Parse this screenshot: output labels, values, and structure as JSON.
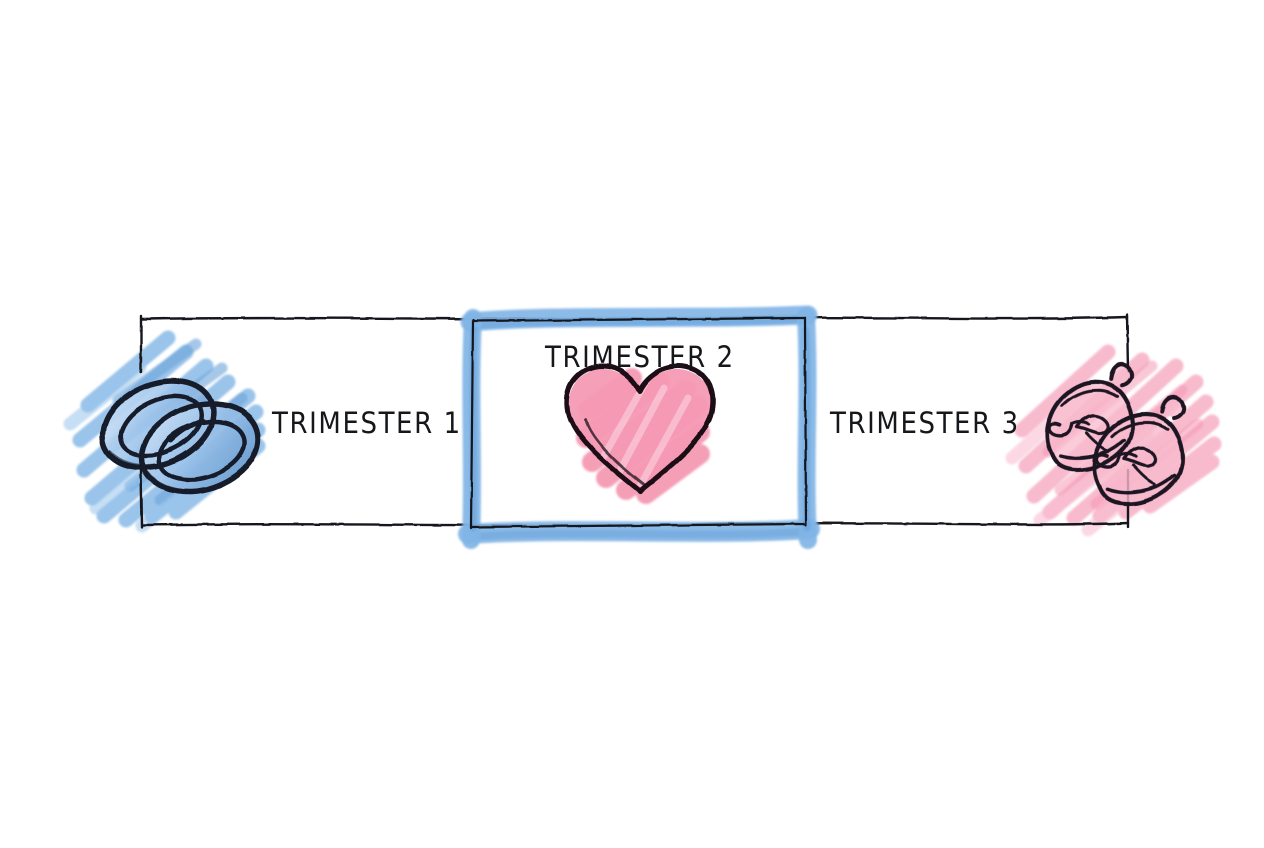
{
  "diagram": {
    "kind": "hand-drawn-timeline",
    "background_color": "#ffffff",
    "frame_stroke_color": "#14161c",
    "highlight_blue": "#7FB4E6",
    "highlight_blue_deep": "#5E9BD6",
    "highlight_pink": "#F6A8C0",
    "highlight_pink_deep": "#F490AE",
    "ink_color": "#121319",
    "heart_fill": "#F59AB4"
  },
  "segments": [
    {
      "id": "trimester-1",
      "label": "TRIMESTER 1",
      "icon": "wedding-rings-icon",
      "icon_description": "two interlocking wedding rings",
      "highlight_color": "#7FB4E6",
      "highlighted": false
    },
    {
      "id": "trimester-2",
      "label": "TRIMESTER 2",
      "icon": "heart-icon",
      "icon_description": "hand drawn pink heart",
      "highlight_color": "#7FB4E6",
      "highlighted": true
    },
    {
      "id": "trimester-3",
      "label": "TRIMESTER 3",
      "icon": "baby-shoes-icon",
      "icon_description": "pair of pink baby shoes with laces",
      "highlight_color": "#F6A8C0",
      "highlighted": false
    }
  ]
}
